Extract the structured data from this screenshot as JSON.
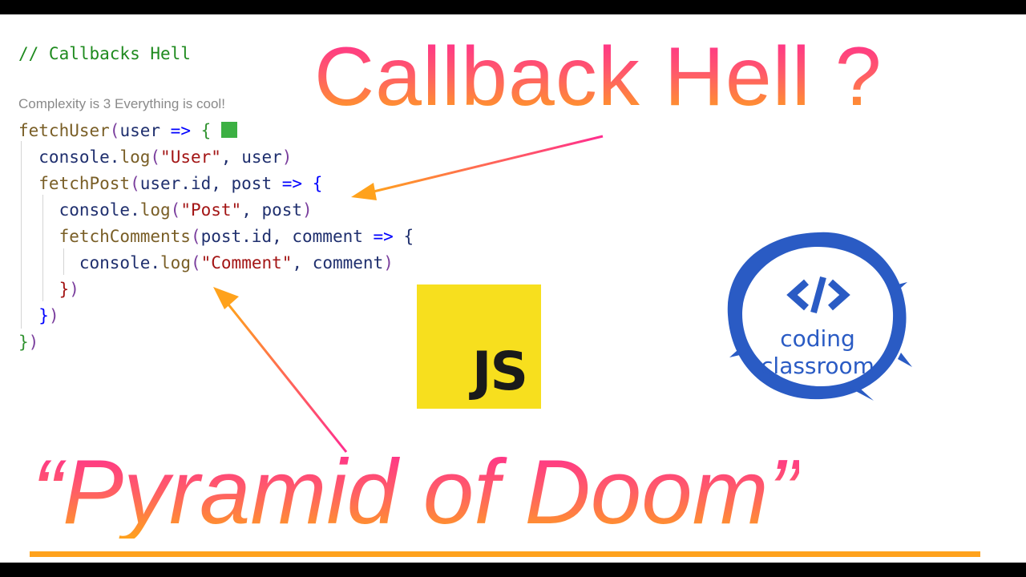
{
  "code": {
    "comment_line": "// Callbacks Hell",
    "hint": "Complexity is 3 Everything is cool!",
    "lines": [
      {
        "id": "l1",
        "tokens": [
          [
            "fn",
            "fetchUser"
          ],
          [
            "paren",
            "("
          ],
          [
            "var",
            "user"
          ],
          [
            "kw",
            " => "
          ],
          [
            "brace",
            "{"
          ],
          [
            "var",
            " "
          ]
        ]
      },
      {
        "id": "l2",
        "tokens": [
          [
            "var",
            "  console"
          ],
          [
            "var",
            "."
          ],
          [
            "fn",
            "log"
          ],
          [
            "paren",
            "("
          ],
          [
            "str",
            "\"User\""
          ],
          [
            "var",
            ", user"
          ],
          [
            "paren",
            ")"
          ]
        ]
      },
      {
        "id": "l3",
        "tokens": [
          [
            "fn",
            "  fetchPost"
          ],
          [
            "paren",
            "("
          ],
          [
            "var",
            "user.id, post"
          ],
          [
            "kw",
            " => "
          ],
          [
            "kw",
            "{"
          ]
        ]
      },
      {
        "id": "l4",
        "tokens": [
          [
            "var",
            "    console"
          ],
          [
            "var",
            "."
          ],
          [
            "fn",
            "log"
          ],
          [
            "paren",
            "("
          ],
          [
            "str",
            "\"Post\""
          ],
          [
            "var",
            ", post"
          ],
          [
            "paren",
            ")"
          ]
        ]
      },
      {
        "id": "l5",
        "tokens": [
          [
            "fn",
            "    fetchComments"
          ],
          [
            "paren",
            "("
          ],
          [
            "var",
            "post.id, comment"
          ],
          [
            "kw",
            " => "
          ],
          [
            "var",
            "{"
          ]
        ]
      },
      {
        "id": "l6",
        "tokens": [
          [
            "var",
            "      console"
          ],
          [
            "var",
            "."
          ],
          [
            "fn",
            "log"
          ],
          [
            "paren",
            "("
          ],
          [
            "str",
            "\"Comment\""
          ],
          [
            "var",
            ", comment"
          ],
          [
            "paren",
            ")"
          ]
        ]
      },
      {
        "id": "l7",
        "tokens": [
          [
            "str",
            "    }"
          ],
          [
            "paren",
            ")"
          ]
        ]
      },
      {
        "id": "l8",
        "tokens": [
          [
            "kw",
            "  }"
          ],
          [
            "paren",
            ")"
          ]
        ]
      },
      {
        "id": "l9",
        "tokens": [
          [
            "brace",
            "}"
          ],
          [
            "paren",
            ")"
          ]
        ]
      }
    ]
  },
  "headline": "Callback Hell ?",
  "subheadline": "“Pyramid of Doom”",
  "js_logo_text": "JS",
  "badge": {
    "symbol": "</>",
    "line1": "coding",
    "line2": "classroom"
  },
  "colors": {
    "gradient_top": "#ff2d8f",
    "gradient_bottom": "#ffa21c",
    "js_yellow": "#f7df1e",
    "badge_blue": "#2a5bc4"
  }
}
